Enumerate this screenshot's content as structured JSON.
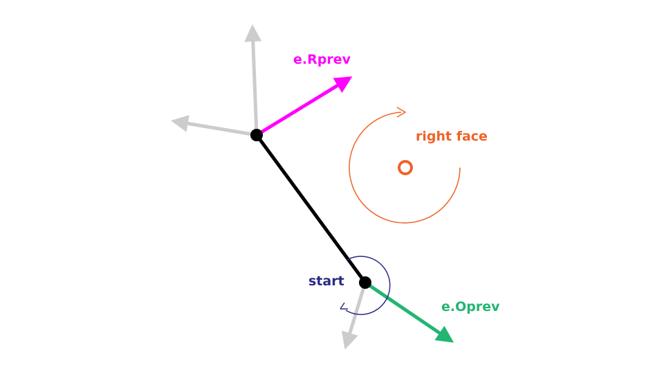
{
  "labels": {
    "e_rprev": "e.Rprev",
    "right_face": "right face",
    "start": "start",
    "e_oprev": "e.Oprev"
  },
  "colors": {
    "background": "#ffffff",
    "edge": "#000000",
    "neighbor_edges": "#cccccc",
    "e_rprev": "#ff00ff",
    "right_face": "#f06227",
    "start": "#2a2a86",
    "e_oprev": "#22b573"
  },
  "icons": {
    "vertex": "filled-circle",
    "face_marker": "ring",
    "rotation": "circular-arrow"
  }
}
